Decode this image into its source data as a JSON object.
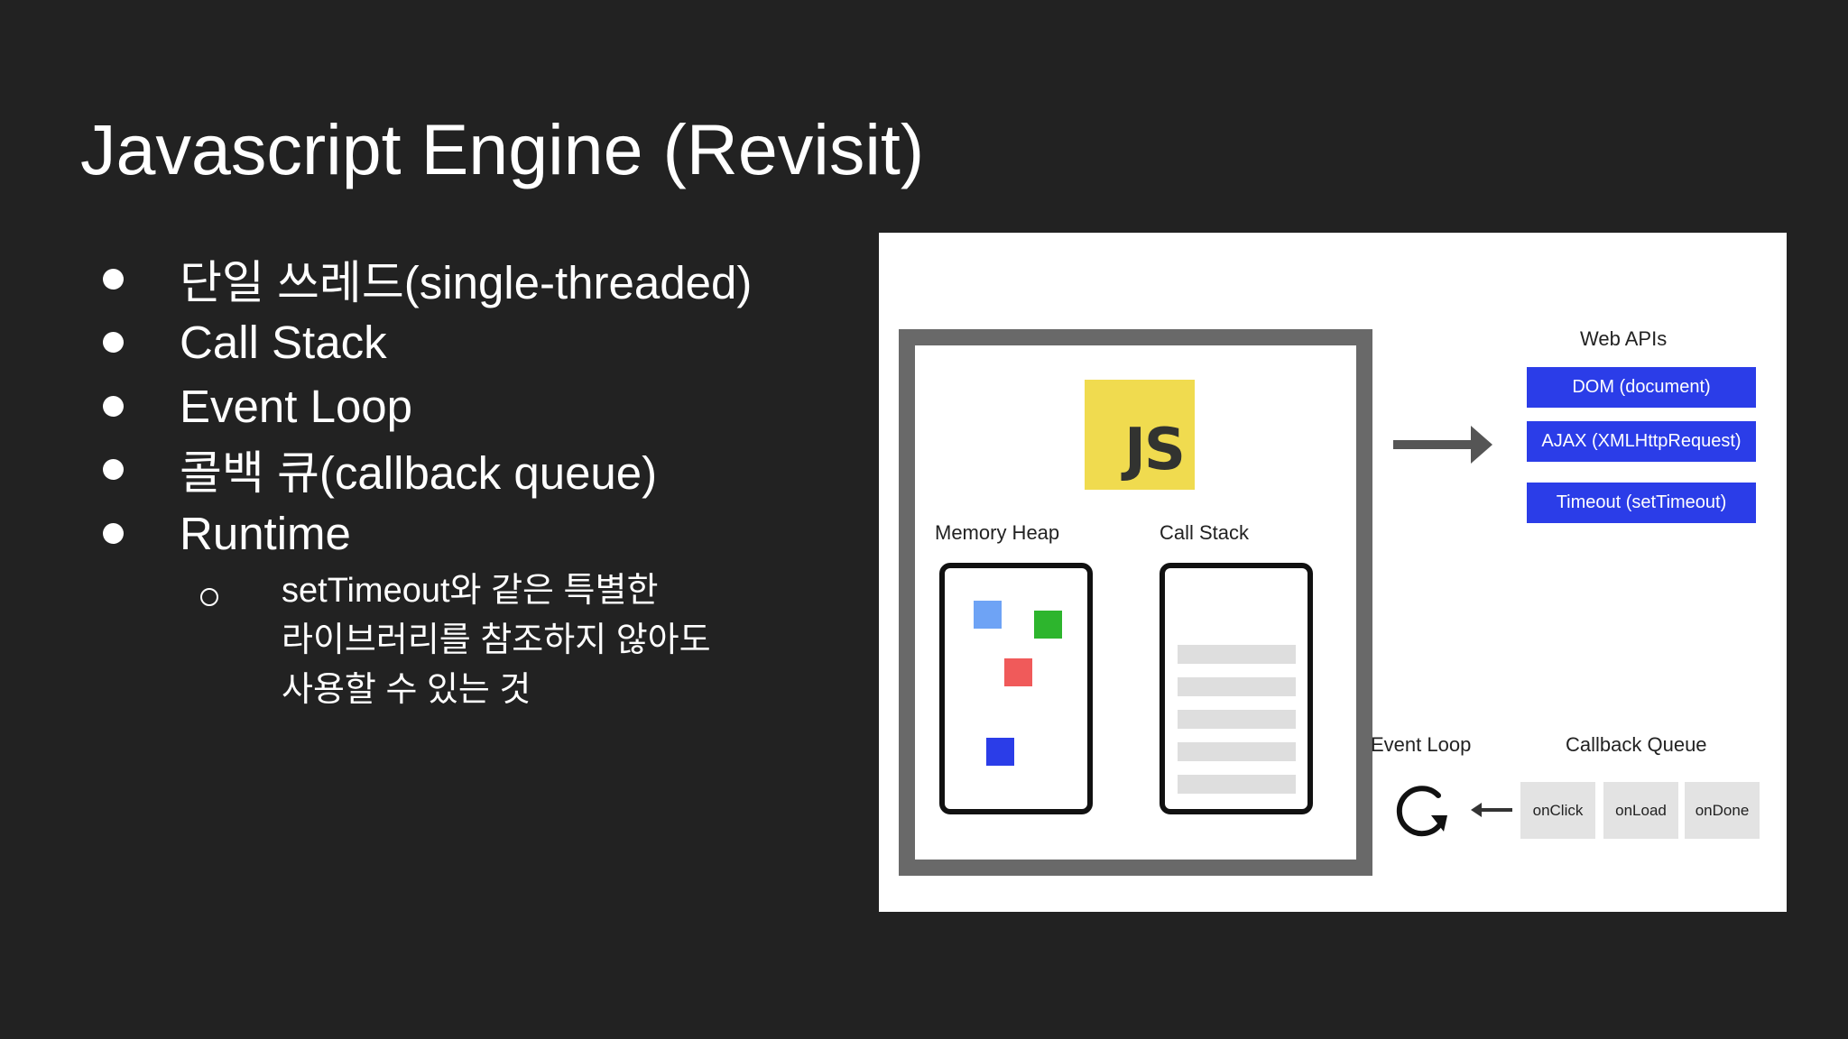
{
  "slide": {
    "title": "Javascript Engine (Revisit)",
    "bullets": [
      {
        "text": "단일 쓰레드(single-threaded)"
      },
      {
        "text": "Call Stack"
      },
      {
        "text": "Event Loop"
      },
      {
        "text": "콜백 큐(callback queue)"
      },
      {
        "text": "Runtime"
      }
    ],
    "sub_bullet": {
      "lines": [
        "setTimeout와 같은 특별한",
        "라이브러리를 참조하지 않아도",
        "사용할 수 있는 것"
      ]
    }
  },
  "diagram": {
    "js_logo": "JS",
    "memory_heap_label": "Memory Heap",
    "call_stack_label": "Call Stack",
    "web_apis_label": "Web APIs",
    "web_apis": [
      "DOM (document)",
      "AJAX (XMLHttpRequest)",
      "Timeout (setTimeout)"
    ],
    "event_loop_label": "Event Loop",
    "callback_queue_label": "Callback Queue",
    "callback_queue": [
      "onClick",
      "onLoad",
      "onDone"
    ],
    "colors": {
      "engine_border": "#696969",
      "js_yellow": "#f0db4f",
      "api_blue": "#2b3de8",
      "heap_blue_light": "#6ea3f5",
      "heap_green": "#2db52d",
      "heap_red": "#f05a5a",
      "heap_blue_dark": "#2b3de8"
    }
  }
}
